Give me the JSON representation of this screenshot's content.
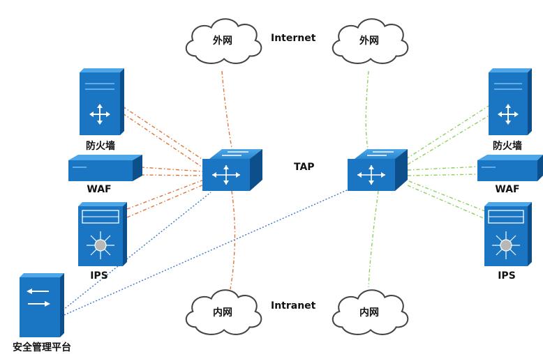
{
  "labels": {
    "internet": "Internet",
    "intranet": "Intranet",
    "tap": "TAP",
    "external_net": "外网",
    "internal_net": "内网",
    "firewall": "防火墙",
    "waf": "WAF",
    "ips": "IPS",
    "management": "安全管理平台"
  },
  "colors": {
    "device_blue": "#1a75c2",
    "device_blue_dark": "#0d4f8b",
    "link_orange": "#e0733a",
    "link_green": "#8ccf5a",
    "link_blue": "#3b78c8",
    "cloud_stroke": "#444444"
  }
}
